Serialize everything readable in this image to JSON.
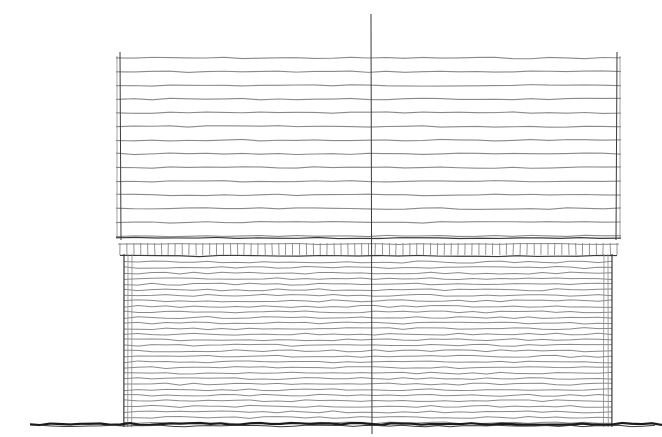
{
  "drawing": {
    "subject": "elevation",
    "colors": {
      "paper": "#ffffff",
      "ink": "#3a3a3a",
      "ink_light": "#8a8a8a",
      "ground": "#1a1a1a"
    },
    "upper_courses": 14,
    "lower_courses": 30,
    "dentil_count": 72
  }
}
